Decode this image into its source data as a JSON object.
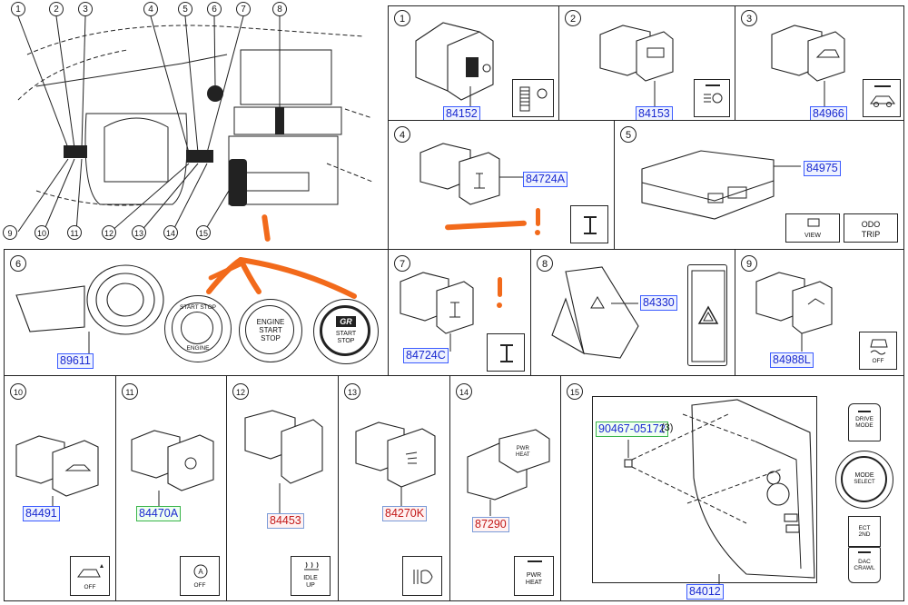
{
  "overview": {
    "callouts": [
      "1",
      "2",
      "3",
      "4",
      "5",
      "6",
      "7",
      "8",
      "9",
      "10",
      "11",
      "12",
      "13",
      "14",
      "15"
    ]
  },
  "panels": [
    {
      "num": "1",
      "part": "84152",
      "style": "blue"
    },
    {
      "num": "2",
      "part": "84153",
      "style": "blue"
    },
    {
      "num": "3",
      "part": "84966",
      "style": "blue"
    },
    {
      "num": "4",
      "part": "84724A",
      "style": "blue"
    },
    {
      "num": "5",
      "part": "84975",
      "style": "blue",
      "view_label": "VIEW",
      "odo_label": "ODO",
      "trip_label": "TRIP"
    },
    {
      "num": "6",
      "part": "89611",
      "style": "blue",
      "knob1_top": "START STOP",
      "knob1_bottom": "ENGINE",
      "knob2_line1": "ENGINE",
      "knob2_line2": "START",
      "knob2_line3": "STOP",
      "knob3_logo": "GR",
      "knob3_line1": "START",
      "knob3_line2": "STOP"
    },
    {
      "num": "7",
      "part": "84724C",
      "style": "blue"
    },
    {
      "num": "8",
      "part": "84330",
      "style": "blue"
    },
    {
      "num": "9",
      "part": "84988L",
      "style": "blue",
      "icon_text": "OFF"
    },
    {
      "num": "10",
      "part": "84491",
      "style": "blue",
      "icon_text": "OFF"
    },
    {
      "num": "11",
      "part": "84470A",
      "style": "green",
      "icon_text": "OFF"
    },
    {
      "num": "12",
      "part": "84453",
      "style": "red",
      "icon_line1": "IDLE",
      "icon_line2": "UP"
    },
    {
      "num": "13",
      "part": "84270K",
      "style": "red"
    },
    {
      "num": "14",
      "part": "87290",
      "style": "red",
      "icon_line1": "PWR",
      "icon_line2": "HEAT"
    },
    {
      "num": "15",
      "part": "84012",
      "style": "blue",
      "screw_part": "90467-05172",
      "screw_qty": "(3)",
      "btn1_line1": "DRIVE",
      "btn1_line2": "MODE",
      "btn2_line1": "MODE",
      "btn2_line2": "SELECT",
      "btn3_line1": "ECT",
      "btn3_line2": "2ND",
      "btn4_line1": "DAC",
      "btn4_line2": "CRAWL"
    }
  ],
  "colors": {
    "blue_border": "#3b5bff",
    "red_text": "#c21818",
    "green_border": "#39b54a",
    "annotation": "#f26a1b"
  }
}
